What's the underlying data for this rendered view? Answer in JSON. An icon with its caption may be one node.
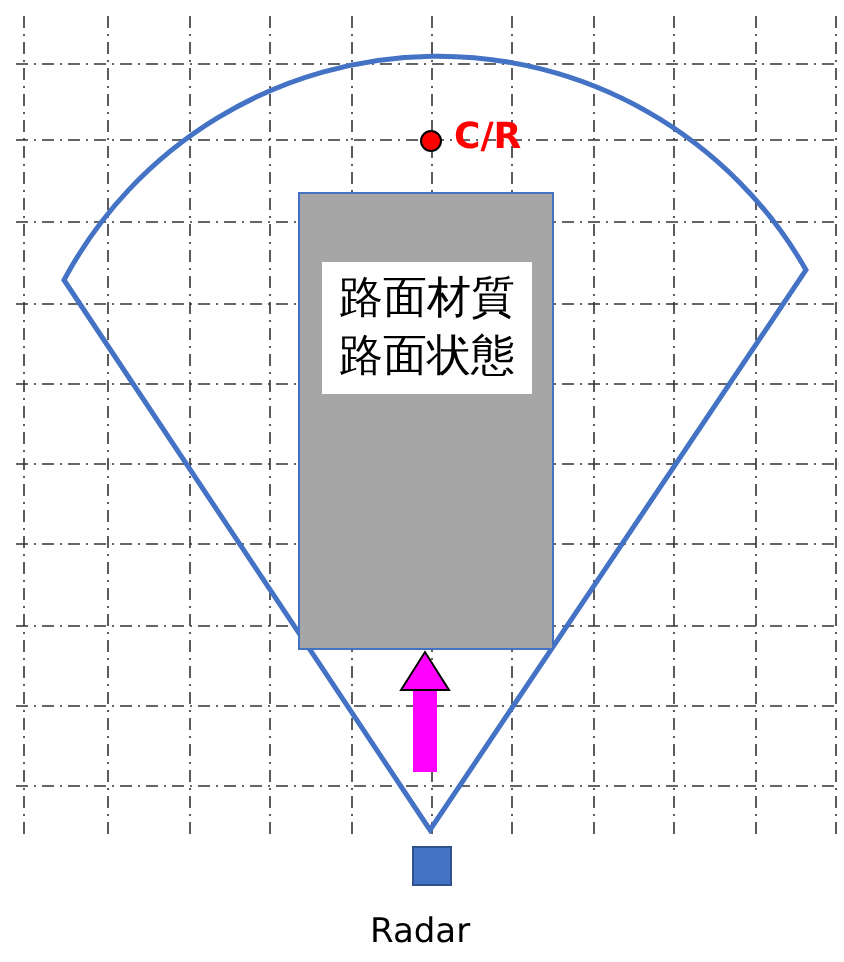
{
  "diagram": {
    "nodes": [
      {
        "text": [],
        "shape": "circle",
        "beside": [
          "C/R"
        ]
      },
      {
        "text": [
          "路面材質",
          "路面状態"
        ]
      },
      {
        "text": [],
        "shape": "box",
        "beside": [
          "Radar"
        ]
      }
    ],
    "edges": [
      {
        "from": null,
        "to": 1,
        "arrow": "to",
        "color": "#ff00ff"
      }
    ]
  }
}
